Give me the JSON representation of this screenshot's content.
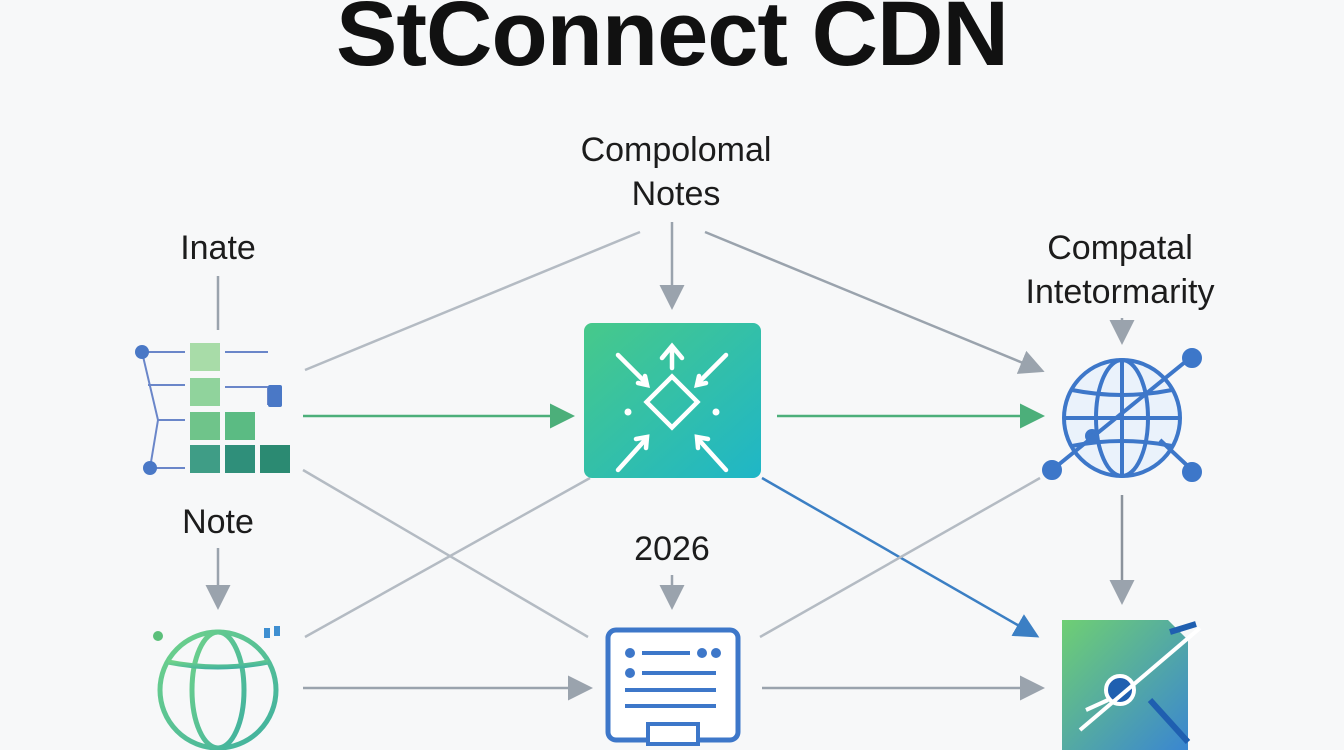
{
  "title": "StConnect CDN",
  "labels": {
    "top_center": "Compolomal\nNotes",
    "left_upper": "Inate",
    "right_upper": "Compatal\nIntetormarity",
    "left_lower": "Note",
    "center_lower": "2026"
  },
  "nodes": [
    {
      "id": "grid-node",
      "icon": "grid-blocks-icon"
    },
    {
      "id": "center-hub",
      "icon": "converge-arrows-icon"
    },
    {
      "id": "globe-node",
      "icon": "globe-network-icon"
    },
    {
      "id": "globe-green-node",
      "icon": "green-globe-icon"
    },
    {
      "id": "list-node",
      "icon": "list-panel-icon"
    },
    {
      "id": "satellite-node",
      "icon": "satellite-dish-icon"
    }
  ],
  "colors": {
    "green": "#5bbf7a",
    "teal": "#26b8b0",
    "blue": "#3d77c9",
    "gray_line": "#9aa3ad",
    "text": "#1c1c1c"
  }
}
